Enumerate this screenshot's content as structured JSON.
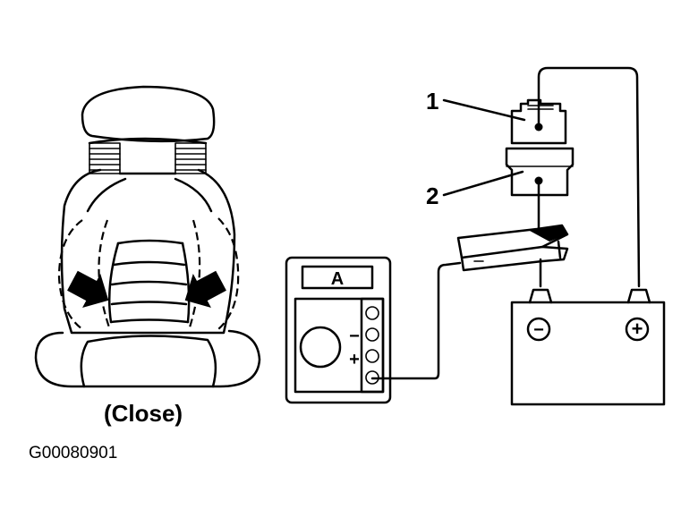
{
  "diagram": {
    "seat_caption": "(Close)",
    "figure_id": "G00080901",
    "callouts": [
      "1",
      "2"
    ],
    "meter_label": "A",
    "meter_minus": "−",
    "meter_plus": "+",
    "battery_negative": "−",
    "battery_positive": "+"
  },
  "icons": {
    "seat": "car-seat-icon",
    "arrows": "arrow-icon",
    "ammeter": "ammeter-icon",
    "battery": "battery-icon",
    "clip": "alligator-clip-icon",
    "connector": "connector-icon"
  }
}
